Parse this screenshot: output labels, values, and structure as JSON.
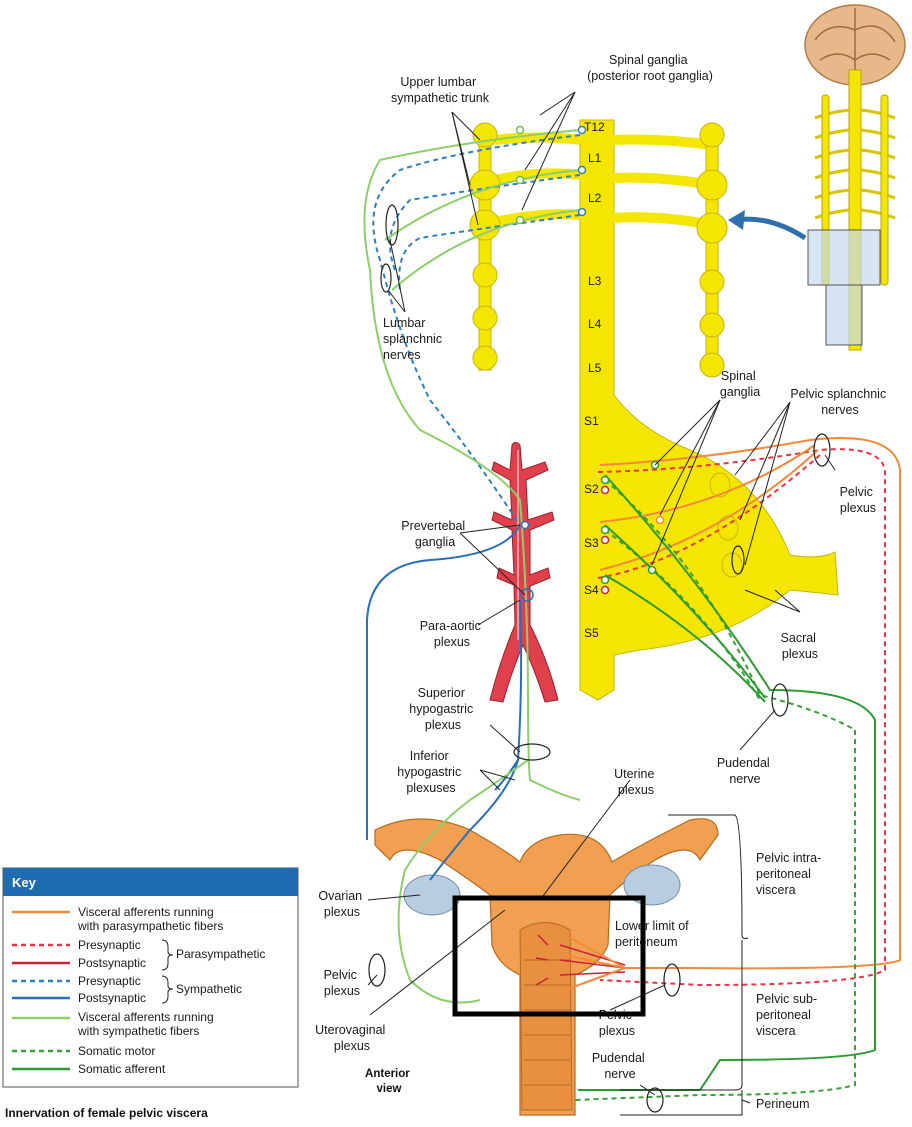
{
  "colors": {
    "spinal": "#f4e600",
    "visceral_parasym": "#f5893a",
    "parasym_pre": "#ee3344",
    "parasym_post": "#cc1f3a",
    "sym_pre": "#2f7fc1",
    "sym_post": "#2a6fb8",
    "visceral_sym": "#8ccf6a",
    "somatic_motor": "#3aa03a",
    "somatic_afferent": "#2e9a32",
    "uterus": "#f0a050",
    "aorta": "#e0404c",
    "key_header": "#1f6cb0",
    "highlight_box": "#000000"
  },
  "segments": [
    "T12",
    "L1",
    "L2",
    "L3",
    "L4",
    "L5",
    "S1",
    "S2",
    "S3",
    "S4",
    "S5"
  ],
  "labels": {
    "upper_lumbar": [
      "Upper lumbar",
      "sympathetic trunk"
    ],
    "spinal_ganglia_top": [
      "Spinal ganglia",
      "(posterior root ganglia)"
    ],
    "lumbar_splanchnic": [
      "Lumbar",
      "splanchnic",
      "nerves"
    ],
    "spinal_ganglia_sacral": [
      "Spinal",
      "ganglia"
    ],
    "pelvic_splanchnic": [
      "Pelvic splanchnic",
      "nerves"
    ],
    "pelvic_plexus_right": [
      "Pelvic",
      "plexus"
    ],
    "prevertebral": [
      "Prevertebal",
      "ganglia"
    ],
    "para_aortic": [
      "Para-aortic",
      "plexus"
    ],
    "sacral_plexus": [
      "Sacral",
      "plexus"
    ],
    "superior_hypogastric": [
      "Superior",
      "hypogastric",
      "plexus"
    ],
    "pudendal_upper": [
      "Pudendal",
      "nerve"
    ],
    "inferior_hypogastric": [
      "Inferior",
      "hypogastric",
      "plexuses"
    ],
    "uterine_plexus": [
      "Uterine",
      "plexus"
    ],
    "pelvic_intra": [
      "Pelvic intra-",
      "peritoneal",
      "viscera"
    ],
    "ovarian_plexus": [
      "Ovarian",
      "plexus"
    ],
    "lower_limit": [
      "Lower limit of",
      "peritoneum"
    ],
    "pelvic_plexus_left": [
      "Pelvic",
      "plexus"
    ],
    "pelvic_plexus_lower": [
      "Pelvic",
      "plexus"
    ],
    "pelvic_sub": [
      "Pelvic sub-",
      "peritoneal",
      "viscera"
    ],
    "uterovaginal": [
      "Uterovaginal",
      "plexus"
    ],
    "pudendal_lower": [
      "Pudendal",
      "nerve"
    ],
    "perineum": "Perineum",
    "anterior_view": [
      "Anterior",
      "view"
    ],
    "caption": "Innervation of female pelvic viscera"
  },
  "key": {
    "title": "Key",
    "items": [
      {
        "text": [
          "Visceral afferents running",
          "with parasympathetic fibers"
        ],
        "color": "#f5893a",
        "style": "solid"
      },
      {
        "text": [
          "Presynaptic"
        ],
        "color": "#ee3344",
        "style": "dashed"
      },
      {
        "text": [
          "Postsynaptic"
        ],
        "color": "#cc1f3a",
        "style": "solid"
      },
      {
        "text": [
          "Presynaptic"
        ],
        "color": "#2f7fc1",
        "style": "dashed"
      },
      {
        "text": [
          "Postsynaptic"
        ],
        "color": "#2a6fb8",
        "style": "solid"
      },
      {
        "text": [
          "Visceral afferents running",
          "with sympathetic fibers"
        ],
        "color": "#8ccf6a",
        "style": "solid"
      },
      {
        "text": [
          "Somatic motor"
        ],
        "color": "#3aa03a",
        "style": "dashed"
      },
      {
        "text": [
          "Somatic afferent"
        ],
        "color": "#2e9a32",
        "style": "solid"
      }
    ],
    "group_parasympathetic": "Parasympathetic",
    "group_sympathetic": "Sympathetic"
  }
}
